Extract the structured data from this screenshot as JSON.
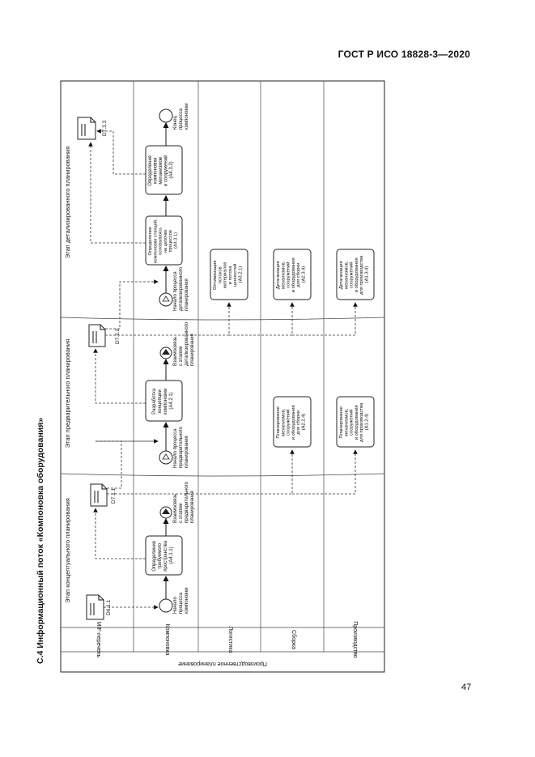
{
  "header": {
    "standard": "ГОСТ Р ИСО 18828-3—2020"
  },
  "section_title": "С.4 Информационный поток «Компоновка оборудования»",
  "page_number": "47",
  "diagram": {
    "pool_label": "Производственное планирование",
    "lanes": [
      "MIF-перечень",
      "Компоновка",
      "Логистика",
      "Сборка",
      "Производство"
    ],
    "phases": [
      "Этап концептуального планирования",
      "Этап предварительного планирования",
      "Этап детализированного планирования"
    ],
    "documents": [
      "D6.1.1",
      "D7.1.1",
      "D7.2.2",
      "D7.3.3"
    ],
    "events": {
      "start1": [
        "Начало",
        "процесса",
        "компоновки"
      ],
      "link1": [
        "Взаимосвязь",
        "с этапом",
        "предварительного",
        "планирования"
      ],
      "start2": [
        "Начало процесса",
        "предварительного",
        "планирования"
      ],
      "link2": [
        "Взаимосвязь",
        "с этапом",
        "детализированного",
        "планирования"
      ],
      "start3": [
        "Начало процесса",
        "детализированного",
        "планирования"
      ],
      "end": [
        "Конец",
        "процесса",
        "компоновки"
      ]
    },
    "tasks": {
      "a411": [
        "Определение",
        "требуемого",
        "пространства",
        "(A4.1.1)"
      ],
      "a421": [
        "Разработка",
        "концепции",
        "компоновки",
        "(A4.2.1)"
      ],
      "a431": [
        "Определение",
        "компоновки станций,",
        "основываясь",
        "на цепочке",
        "процессов",
        "(A4.3.1)"
      ],
      "a432": [
        "Определение",
        "компоновки",
        "механизмов",
        "и сооружений",
        "(A4.3.2)"
      ],
      "a321": [
        "Оптимизация",
        "потоков",
        "материалов",
        "и потока",
        "ценностей",
        "(A3.2.1)"
      ],
      "a224": [
        "Планирование",
        "механизмов,",
        "сооружений",
        "и оборудования",
        "для сборки",
        "(A2.2.4)"
      ],
      "a234": [
        "Детализация",
        "механизмов,",
        "сооружений",
        "и оборудования",
        "для сборки",
        "(A2.3.4)"
      ],
      "a124": [
        "Планирование",
        "механизмов,",
        "сооружений",
        "и оборудования",
        "для производства",
        "(A1.2.4)"
      ],
      "a134": [
        "Детализация",
        "механизмов,",
        "сооружений",
        "и оборудования",
        "для производства",
        "(A1.3.4)"
      ]
    }
  }
}
